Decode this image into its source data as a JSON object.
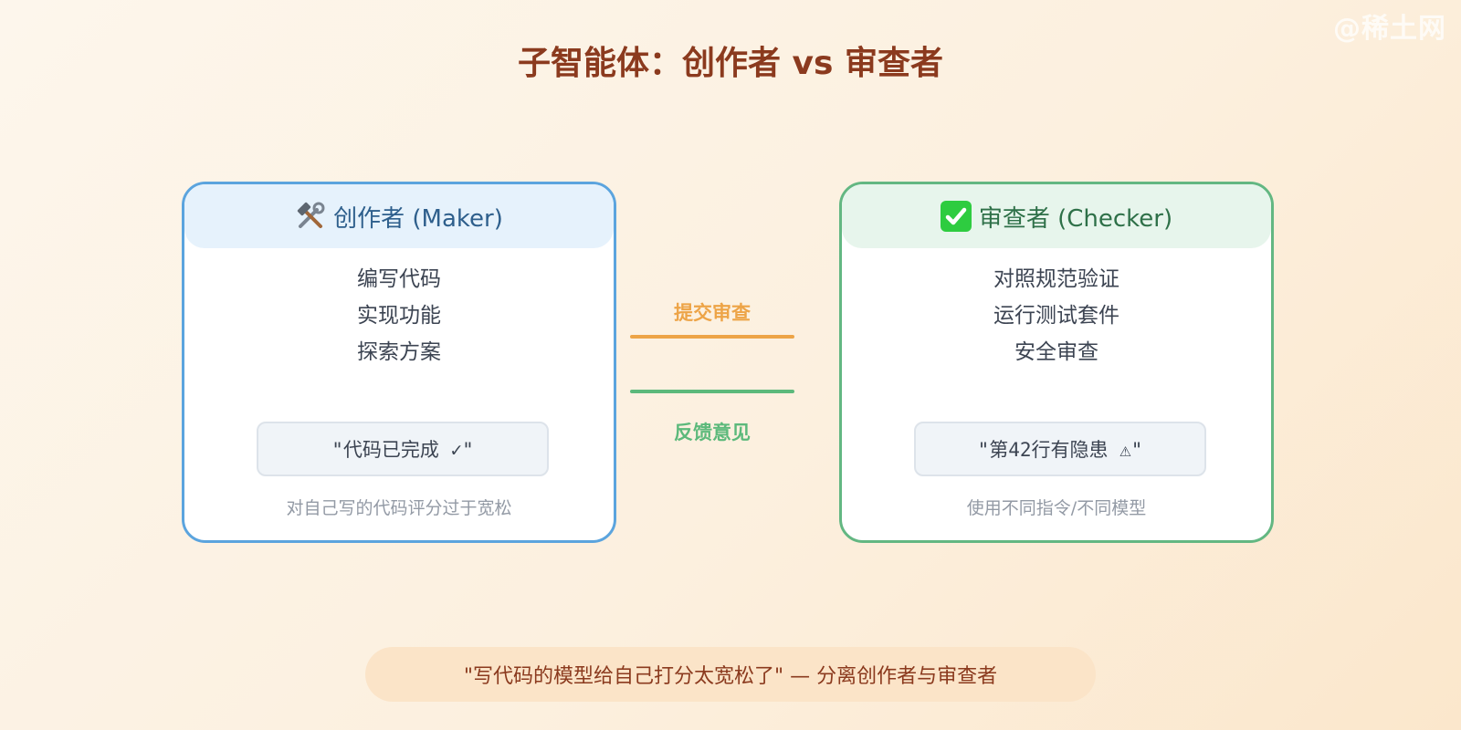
{
  "watermark": "@稀土网",
  "title": "子智能体：创作者 vs 审查者",
  "maker": {
    "icon": "hammer-and-wrench-icon",
    "title": "创作者 (Maker)",
    "items": [
      "编写代码",
      "实现功能",
      "探索方案"
    ],
    "quote": "\"代码已完成 ✓\"",
    "note": "对自己写的代码评分过于宽松",
    "accent": "#5ba4de"
  },
  "checker": {
    "icon": "check-mark-button-icon",
    "title": "审查者 (Checker)",
    "items": [
      "对照规范验证",
      "运行测试套件",
      "安全审查"
    ],
    "quote": "\"第42行有隐患 ⚠\"",
    "note": "使用不同指令/不同模型",
    "accent": "#63b782"
  },
  "connectors": {
    "submit_label": "提交审查",
    "submit_color": "#eda447",
    "feedback_label": "反馈意见",
    "feedback_color": "#5cb97b"
  },
  "banner": "\"写代码的模型给自己打分太宽松了\" — 分离创作者与审查者"
}
